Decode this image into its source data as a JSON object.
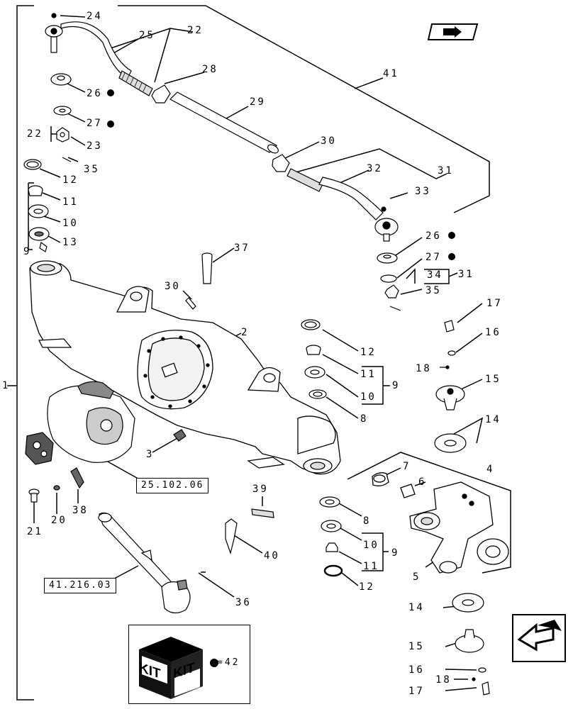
{
  "callouts": [
    {
      "id": "c24a",
      "text": "24"
    },
    {
      "id": "c22a",
      "text": "22"
    },
    {
      "id": "c25",
      "text": "25"
    },
    {
      "id": "c28",
      "text": "28"
    },
    {
      "id": "c41",
      "text": "41"
    },
    {
      "id": "c26a",
      "text": "26"
    },
    {
      "id": "c29",
      "text": "29"
    },
    {
      "id": "c27a",
      "text": "27"
    },
    {
      "id": "c22b",
      "text": "22"
    },
    {
      "id": "c23",
      "text": "23"
    },
    {
      "id": "c30a",
      "text": "30"
    },
    {
      "id": "c35a",
      "text": "35"
    },
    {
      "id": "c32",
      "text": "32"
    },
    {
      "id": "c31a",
      "text": "31"
    },
    {
      "id": "c12a",
      "text": "12"
    },
    {
      "id": "c33",
      "text": "33"
    },
    {
      "id": "c11a",
      "text": "11"
    },
    {
      "id": "c10a",
      "text": "10"
    },
    {
      "id": "c26b",
      "text": "26"
    },
    {
      "id": "c13",
      "text": "13"
    },
    {
      "id": "c9a",
      "text": "9"
    },
    {
      "id": "c27b",
      "text": "27"
    },
    {
      "id": "c37",
      "text": "37"
    },
    {
      "id": "c34",
      "text": "34"
    },
    {
      "id": "c31b",
      "text": "31"
    },
    {
      "id": "c30b",
      "text": "30"
    },
    {
      "id": "c35b",
      "text": "35"
    },
    {
      "id": "c17a",
      "text": "17"
    },
    {
      "id": "c2",
      "text": "2"
    },
    {
      "id": "c16a",
      "text": "16"
    },
    {
      "id": "c12b",
      "text": "12"
    },
    {
      "id": "c11b",
      "text": "11"
    },
    {
      "id": "c18a",
      "text": "18"
    },
    {
      "id": "c1",
      "text": "1"
    },
    {
      "id": "c9b",
      "text": "9"
    },
    {
      "id": "c10b",
      "text": "10"
    },
    {
      "id": "c15a",
      "text": "15"
    },
    {
      "id": "c8a",
      "text": "8"
    },
    {
      "id": "c14a",
      "text": "14"
    },
    {
      "id": "c3",
      "text": "3"
    },
    {
      "id": "c4",
      "text": "4"
    },
    {
      "id": "c7",
      "text": "7"
    },
    {
      "id": "c6",
      "text": "6"
    },
    {
      "id": "c39",
      "text": "39"
    },
    {
      "id": "c21",
      "text": "21"
    },
    {
      "id": "c20",
      "text": "20"
    },
    {
      "id": "c38",
      "text": "38"
    },
    {
      "id": "c8b",
      "text": "8"
    },
    {
      "id": "c40",
      "text": "40"
    },
    {
      "id": "c10c",
      "text": "10"
    },
    {
      "id": "c9c",
      "text": "9"
    },
    {
      "id": "c11c",
      "text": "11"
    },
    {
      "id": "c5",
      "text": "5"
    },
    {
      "id": "c12c",
      "text": "12"
    },
    {
      "id": "c36",
      "text": "36"
    },
    {
      "id": "c14b",
      "text": "14"
    },
    {
      "id": "c15b",
      "text": "15"
    },
    {
      "id": "c16b",
      "text": "16"
    },
    {
      "id": "c18b",
      "text": "18"
    },
    {
      "id": "c17b",
      "text": "17"
    }
  ],
  "references": {
    "differential": "25.102.06",
    "driveshaft": "41.216.03"
  },
  "kit": {
    "box_word": "KIT",
    "legend_eq": "=42"
  }
}
